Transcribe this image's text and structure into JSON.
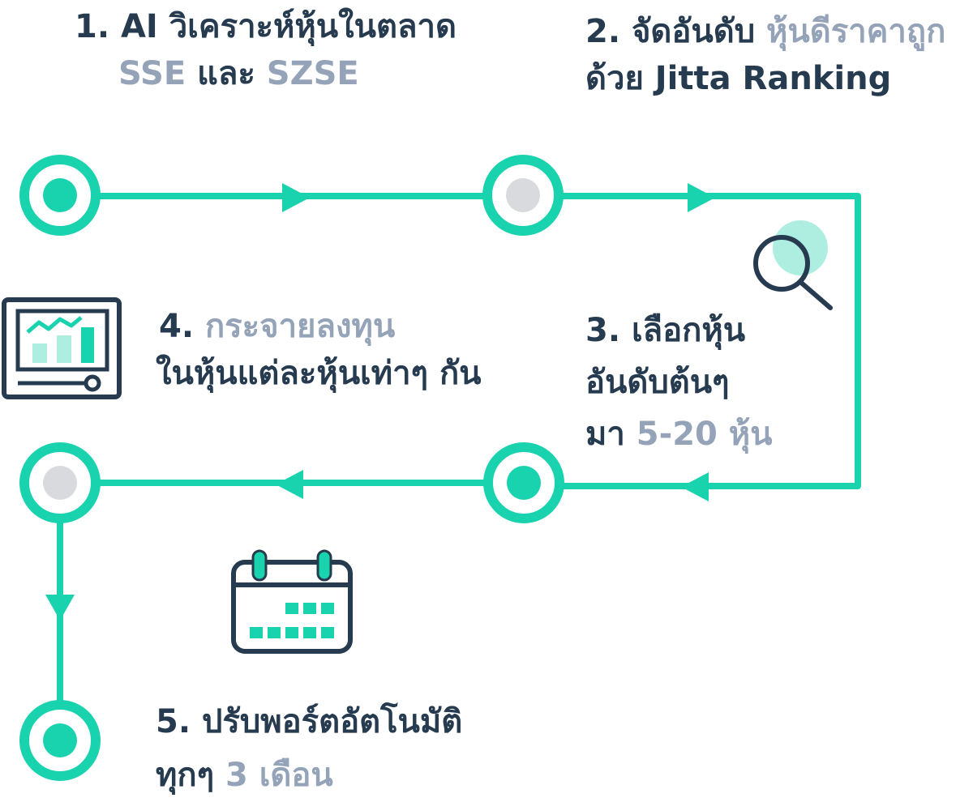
{
  "colors": {
    "teal": "#19d2ae",
    "teal_light": "#aeeee0",
    "navy": "#263b4f",
    "gray_dot": "#d8dadd",
    "highlight": "#94a3b8"
  },
  "steps": {
    "s1": {
      "l1_a": "1. AI วิเคราะห์หุ้นในตลาด",
      "l2_a": "SSE",
      "l2_b": " และ ",
      "l2_c": "SZSE"
    },
    "s2": {
      "l1_a": "2. จัดอันดับ ",
      "l1_b": "หุ้นดีราคาถูก",
      "l2_a": "ด้วย Jitta Ranking"
    },
    "s3": {
      "l1_a": "3. เลือกหุ้น",
      "l2_a": "อันดับต้นๆ",
      "l3_a": "มา ",
      "l3_b": "5-20 หุ้น"
    },
    "s4": {
      "l1_a": "4. ",
      "l1_b": "กระจายลงทุน",
      "l2_a": "ในหุ้นแต่ละหุ้นเท่าๆ กัน"
    },
    "s5": {
      "l1_a": "5. ปรับพอร์ตอัตโนมัติ",
      "l2_a": "ทุกๆ ",
      "l2_b": "3 เดือน"
    }
  },
  "icons": {
    "search": "search-magnifier-icon",
    "chart": "monitor-chart-icon",
    "calendar": "calendar-icon"
  }
}
